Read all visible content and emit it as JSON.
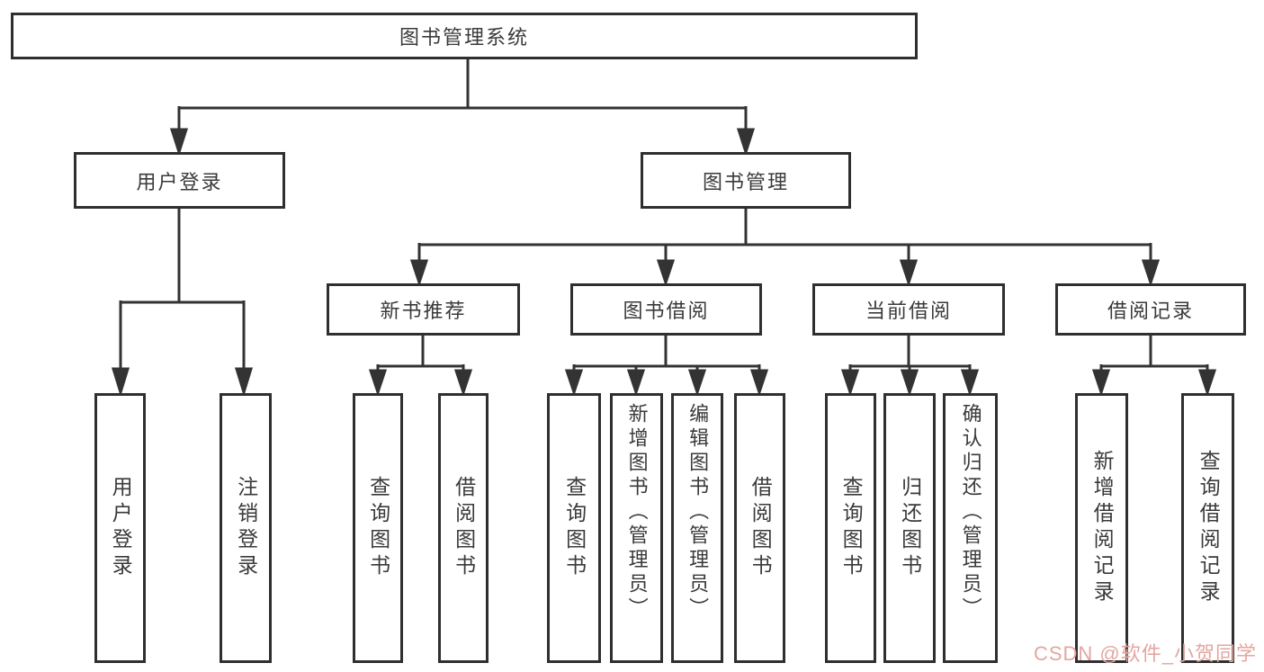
{
  "diagram_type": "hierarchy-tree",
  "tree": {
    "label": "图书管理系统",
    "children": [
      {
        "label": "用户登录",
        "children": [
          {
            "label": "用户登录"
          },
          {
            "label": "注销登录"
          }
        ]
      },
      {
        "label": "图书管理",
        "children": [
          {
            "label": "新书推荐",
            "children": [
              {
                "label": "查询图书"
              },
              {
                "label": "借阅图书"
              }
            ]
          },
          {
            "label": "图书借阅",
            "children": [
              {
                "label": "查询图书"
              },
              {
                "label": "新增图书（管理员）"
              },
              {
                "label": "编辑图书（管理员）"
              },
              {
                "label": "借阅图书"
              }
            ]
          },
          {
            "label": "当前借阅",
            "children": [
              {
                "label": "查询图书"
              },
              {
                "label": "归还图书"
              },
              {
                "label": "确认归还（管理员）"
              }
            ]
          },
          {
            "label": "借阅记录",
            "children": [
              {
                "label": "新增借阅记录"
              },
              {
                "label": "查询借阅记录"
              }
            ]
          }
        ]
      }
    ]
  },
  "watermark": {
    "text": "CSDN @软件_小贺同学",
    "color": "#e3a6a0"
  },
  "colors": {
    "line": "#333333",
    "box_border": "#2f2f2f",
    "box_fill": "#ffffff",
    "text": "#3a3a3a",
    "background": "#ffffff"
  }
}
